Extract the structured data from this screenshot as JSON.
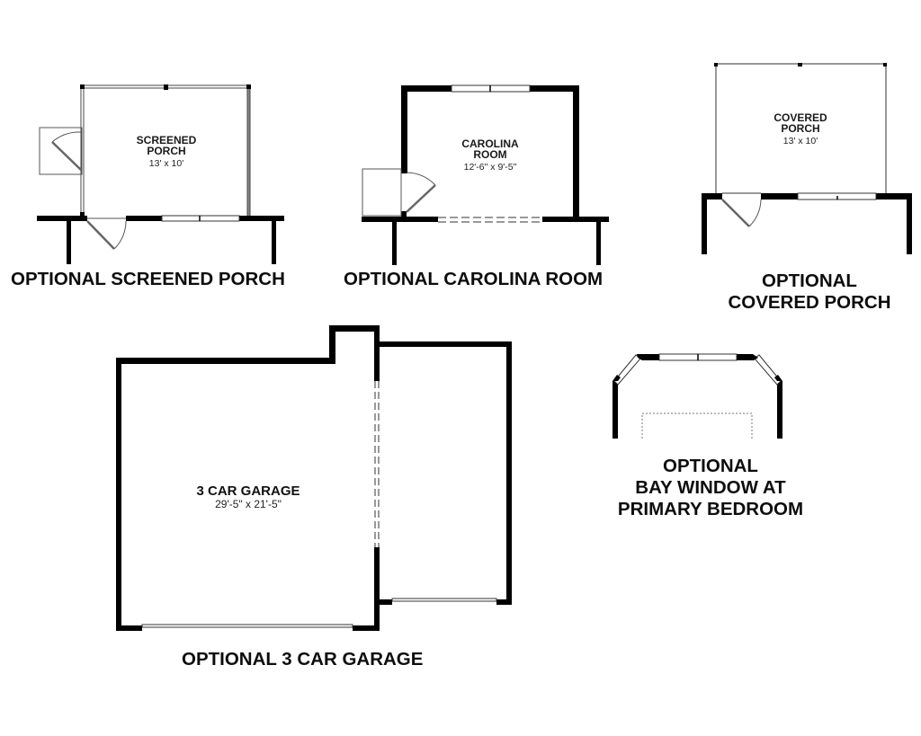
{
  "options": [
    {
      "id": "screened-porch",
      "room_name_line1": "SCREENED",
      "room_name_line2": "PORCH",
      "dimensions": "13' x 10'",
      "caption": "OPTIONAL SCREENED PORCH"
    },
    {
      "id": "carolina-room",
      "room_name_line1": "CAROLINA",
      "room_name_line2": "ROOM",
      "dimensions": "12'-6\" x 9'-5\"",
      "caption": "OPTIONAL CAROLINA ROOM"
    },
    {
      "id": "covered-porch",
      "room_name_line1": "COVERED",
      "room_name_line2": "PORCH",
      "dimensions": "13' x 10'",
      "caption_line1": "OPTIONAL",
      "caption_line2": "COVERED PORCH"
    },
    {
      "id": "three-car-garage",
      "room_name": "3 CAR GARAGE",
      "dimensions": "29'-5\" x 21'-5\"",
      "caption": "OPTIONAL 3 CAR GARAGE"
    },
    {
      "id": "bay-window",
      "caption_line1": "OPTIONAL",
      "caption_line2": "BAY WINDOW AT",
      "caption_line3": "PRIMARY BEDROOM"
    }
  ],
  "colors": {
    "wall": "#000000",
    "thin_line": "#555555",
    "background": "#ffffff"
  }
}
